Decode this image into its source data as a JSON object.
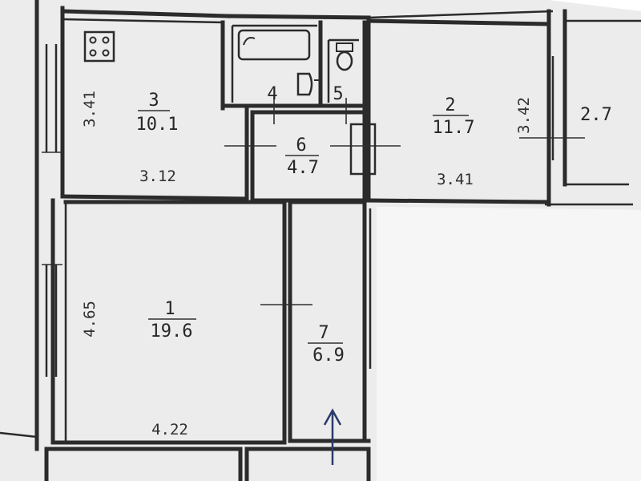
{
  "rooms": [
    {
      "id": "room-3",
      "number": "3",
      "area": "10.1"
    },
    {
      "id": "room-2",
      "number": "2",
      "area": "11.7"
    },
    {
      "id": "room-6",
      "number": "6",
      "area": "4.7"
    },
    {
      "id": "room-1",
      "number": "1",
      "area": "19.6"
    },
    {
      "id": "room-7",
      "number": "7",
      "area": "6.9"
    },
    {
      "id": "room-4",
      "number": "4"
    },
    {
      "id": "room-5",
      "number": "5"
    },
    {
      "id": "balcony",
      "area": "2.7"
    }
  ],
  "dimensions": {
    "room3_height": "3.41",
    "room3_width": "3.12",
    "room2_height": "3.42",
    "room2_width": "3.41",
    "room1_height": "4.65",
    "room1_width": "4.22"
  },
  "colors": {
    "paper": "#ececec",
    "ink": "#2b2b2b",
    "arrow": "#2a3a6a",
    "page_shadow": "#f4f4f4"
  },
  "icons": {
    "stove": "stove-icon",
    "bathtub": "bathtub-icon",
    "sink": "sink-icon",
    "toilet": "toilet-icon",
    "entrance": "entrance-arrow-icon"
  }
}
